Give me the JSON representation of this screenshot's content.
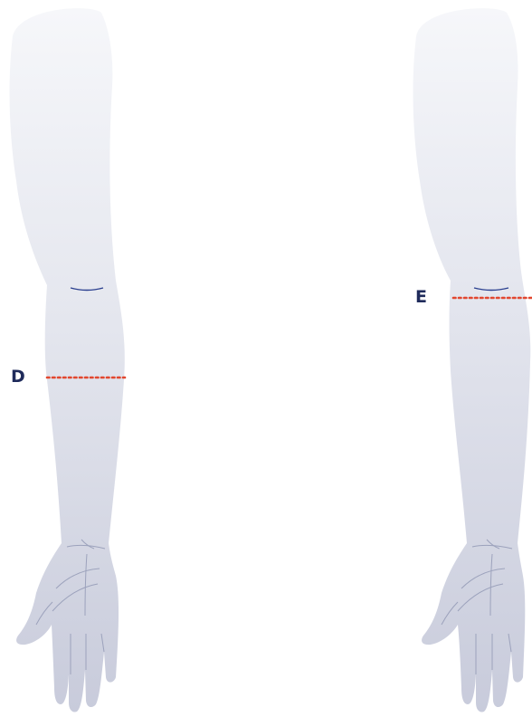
{
  "diagram": {
    "measurements": [
      {
        "id": "D",
        "label": "D"
      },
      {
        "id": "E",
        "label": "E"
      }
    ]
  },
  "colors": {
    "arm_top": "#f4f5f9",
    "arm_bottom": "#c9ccdc",
    "hand": "#c6c9da",
    "outline_detail": "#9ca2bc",
    "elbow_crease": "#2a3f8f",
    "measure_line": "#e2472f",
    "label_text": "#1f2b5b"
  }
}
